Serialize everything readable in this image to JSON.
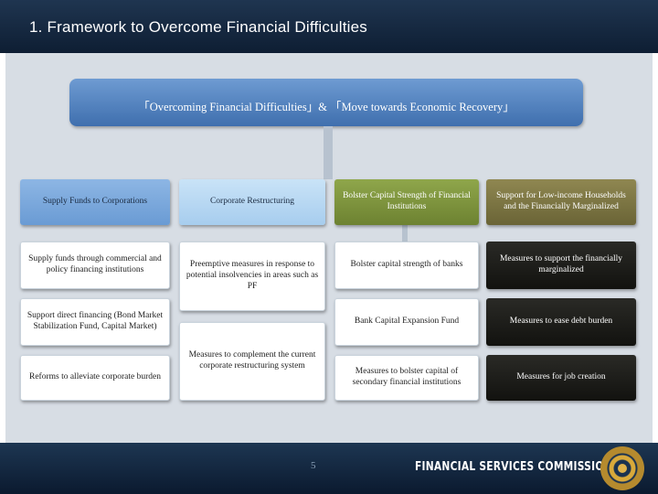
{
  "title": "1. Framework to Overcome Financial Difficulties",
  "main_box": "「Overcoming Financial Difficulties」& 「Move towards Economic Recovery」",
  "columns": [
    {
      "header": "Supply Funds to Corporations",
      "items": [
        "Supply funds through commercial and policy financing institutions",
        "Support direct financing (Bond Market Stabilization Fund, Capital Market)",
        "Reforms to alleviate corporate burden"
      ]
    },
    {
      "header": "Corporate Restructuring",
      "items": [
        "Preemptive measures in response to potential insolvencies in areas such as PF",
        "Measures to complement the current corporate restructuring system"
      ]
    },
    {
      "header": "Bolster Capital Strength of Financial Institutions",
      "items": [
        "Bolster capital strength of banks",
        "Bank Capital Expansion Fund",
        "Measures to bolster capital of secondary financial institutions"
      ]
    },
    {
      "header": "Support for Low-income Households and the Financially Marginalized",
      "items": [
        "Measures to support the financially marginalized",
        "Measures to ease debt burden",
        "Measures for job creation"
      ]
    }
  ],
  "footer": {
    "page_number": "5",
    "organization": "FINANCIAL SERVICES COMMISSION"
  },
  "colors": {
    "title_bar": "#16283f",
    "main_box": "#5585c1",
    "col1_header": "#7aa8dc",
    "col2_header": "#b7d9f3",
    "col3_header": "#7f9640",
    "col4_header": "#7c7544"
  }
}
